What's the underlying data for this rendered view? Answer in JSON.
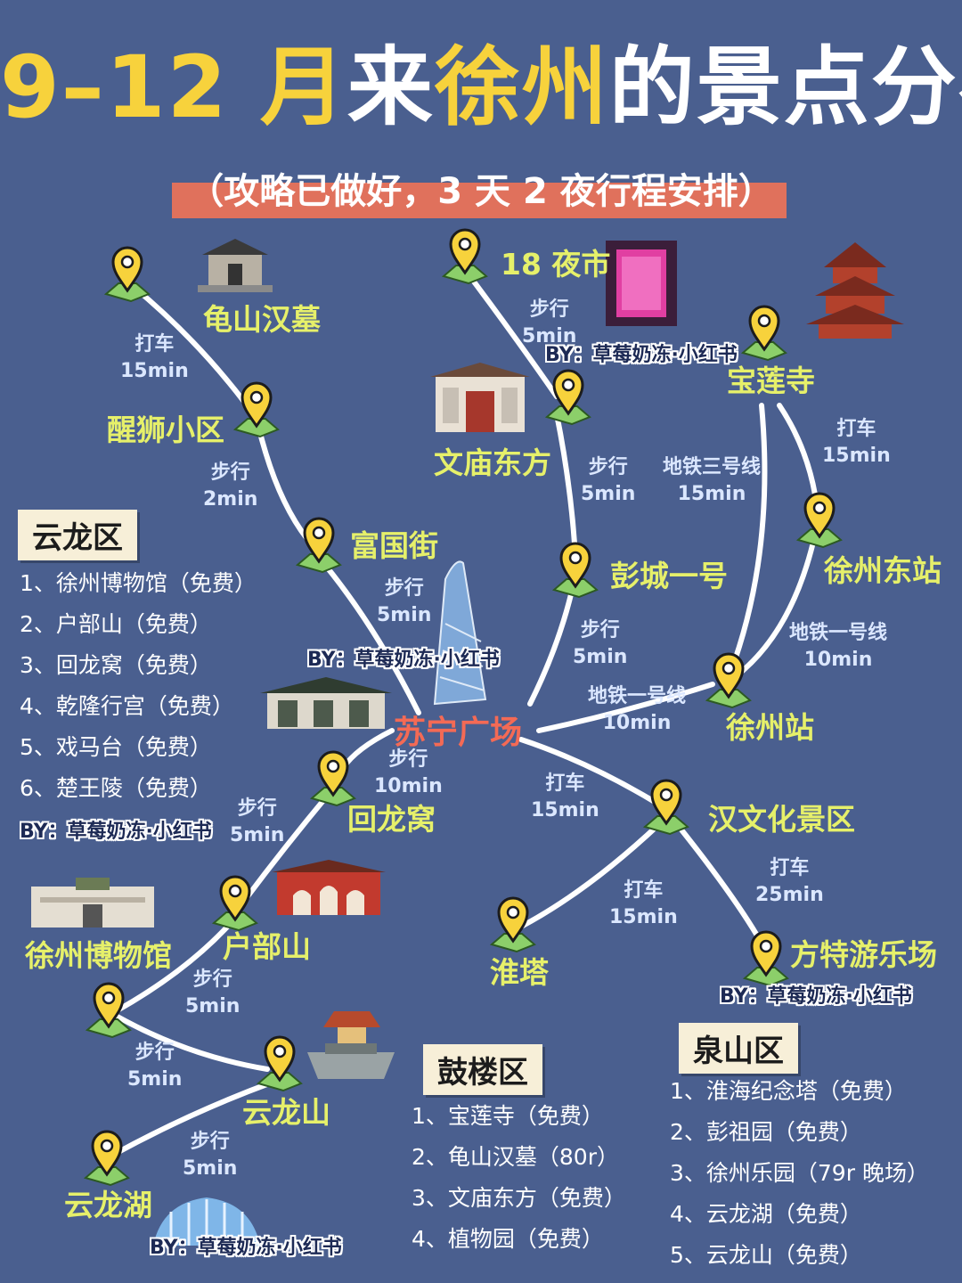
{
  "title": {
    "part1": "9–12 月",
    "part2": "来",
    "part3": "徐州",
    "part4": "的景点分布"
  },
  "subtitle": "（攻略已做好，3 天 2 夜行程安排）",
  "colors": {
    "background": "#4a5f8f",
    "accent_yellow": "#f7d23c",
    "spot_label": "#e6f06a",
    "center_label": "#f46a55",
    "subtitle_bar": "#e0715c",
    "route_line": "#ffffff"
  },
  "spots": {
    "guishan": "龟山汉墓",
    "xingshi": "醒狮小区",
    "fuguojie": "富国街",
    "suning": "苏宁广场",
    "huilongwo": "回龙窝",
    "hubushan": "户部山",
    "museum": "徐州博物馆",
    "yunlongshan": "云龙山",
    "yunlonghu": "云龙湖",
    "yeshi18": "18 夜市",
    "wenmiao": "文庙东方",
    "pengcheng": "彭城一号",
    "baolian": "宝莲寺",
    "eaststation": "徐州东站",
    "station": "徐州站",
    "hanculture": "汉文化景区",
    "huaita": "淮塔",
    "fantawild": "方特游乐场"
  },
  "travel": {
    "t1": [
      "打车",
      "15min"
    ],
    "t2": [
      "步行",
      "2min"
    ],
    "t3": [
      "步行",
      "5min"
    ],
    "t4": [
      "步行",
      "10min"
    ],
    "t5": [
      "步行",
      "5min"
    ],
    "t6": [
      "步行",
      "5min"
    ],
    "t7": [
      "步行",
      "5min"
    ],
    "t8": [
      "步行",
      "5min"
    ],
    "t9": [
      "步行",
      "5min"
    ],
    "t10": [
      "步行",
      "5min"
    ],
    "t11": [
      "步行",
      "5min"
    ],
    "t12": [
      "地铁三号线",
      "15min"
    ],
    "t13": [
      "打车",
      "15min"
    ],
    "t14": [
      "地铁一号线",
      "10min"
    ],
    "t15": [
      "地铁一号线",
      "10min"
    ],
    "t16": [
      "打车",
      "15min"
    ],
    "t17": [
      "打车",
      "15min"
    ],
    "t18": [
      "打车",
      "25min"
    ]
  },
  "watermark": "BY：草莓奶冻·小红书",
  "districts": {
    "yunlong": {
      "name": "云龙区",
      "items": [
        "1、徐州博物馆（免费）",
        "2、户部山（免费）",
        "3、回龙窝（免费）",
        "4、乾隆行宫（免费）",
        "5、戏马台（免费）",
        "6、楚王陵（免费）"
      ]
    },
    "gulou": {
      "name": "鼓楼区",
      "items": [
        "1、宝莲寺（免费）",
        "2、龟山汉墓（80r）",
        "3、文庙东方（免费）",
        "4、植物园（免费）"
      ]
    },
    "quanshan": {
      "name": "泉山区",
      "items": [
        "1、淮海纪念塔（免费）",
        "2、彭祖园（免费）",
        "3、徐州乐园（79r 晚场）",
        "4、云龙湖（免费）",
        "5、云龙山（免费）"
      ]
    }
  },
  "icons": [
    "map-pin-icon",
    "building-icon",
    "tower-icon"
  ]
}
